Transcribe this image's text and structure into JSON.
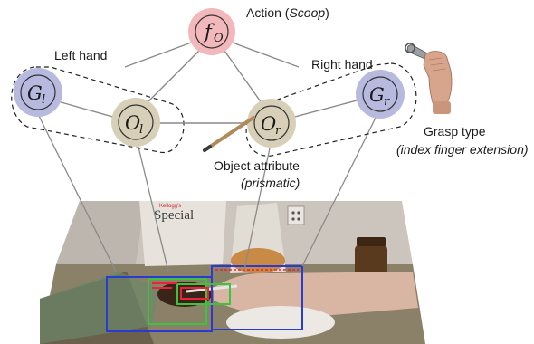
{
  "colors": {
    "action_node": "#f2b8bb",
    "grasp_node": "#b8b9de",
    "object_node": "#d8cfb8",
    "edge": "#8a8a8a",
    "photo_wall": "#c9c3bc",
    "photo_table": "#8a7f66",
    "box_blue": "#2a3bd1",
    "box_green": "#3cc43c",
    "box_red": "#e8233a"
  },
  "labels": {
    "action_prefix": "Action (",
    "action_value": "Scoop",
    "action_suffix": ")",
    "left_hand": "Left hand",
    "right_hand": "Right hand",
    "grasp_type_title": "Grasp type",
    "grasp_type_value": "(index finger extension)",
    "object_attr_title": "Object attribute",
    "object_attr_value": "(prismatic)"
  },
  "nodes": {
    "action": {
      "symbol": "f",
      "subscript": "O"
    },
    "grasp_left": {
      "symbol": "G",
      "subscript": "l"
    },
    "grasp_right": {
      "symbol": "G",
      "subscript": "r"
    },
    "object_left": {
      "symbol": "O",
      "subscript": "l"
    },
    "object_right": {
      "symbol": "O",
      "subscript": "r"
    }
  },
  "icons": {
    "wrench_hand": "hand-holding-wrench-icon",
    "pencil": "pencil-icon"
  },
  "photo": {
    "cereal_box_text": "Special",
    "cereal_box_brand": "Kellogg's"
  }
}
